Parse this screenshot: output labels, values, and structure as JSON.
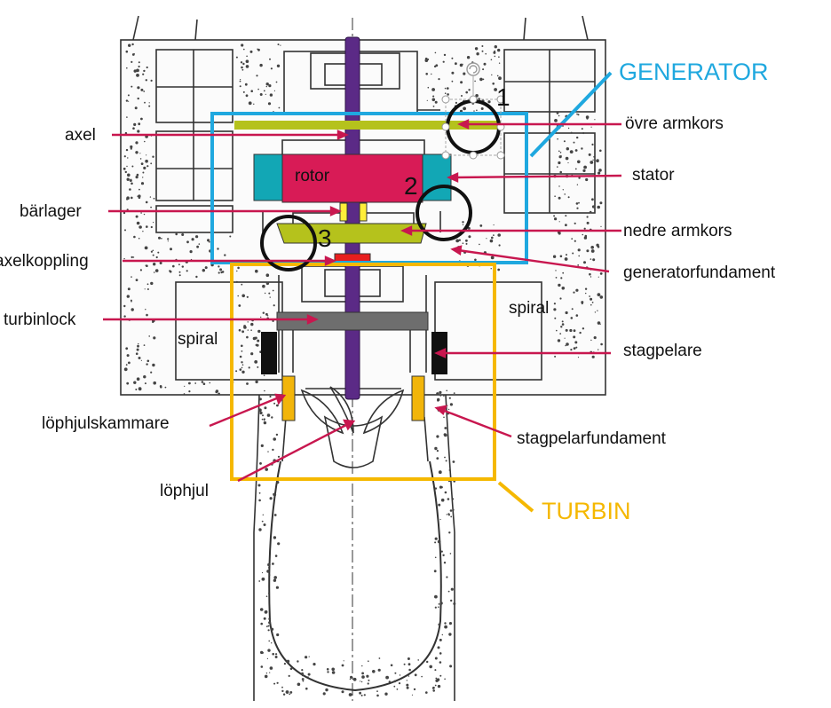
{
  "colors": {
    "generator_frame": "#1fa8df",
    "turbine_frame": "#f5b800",
    "leader": "#c8174f",
    "shaft": "#5b2a86",
    "armkors": "#b5c21c",
    "rotor": "#d81b56",
    "stator": "#12a7b5",
    "bearing": "#ffee3a",
    "coupling": "#e81e1e",
    "turbine_cover": "#6e6e6e",
    "stay_vane": "#111111",
    "runner_chamber": "#f2b50a",
    "drawing_line": "#333333"
  },
  "sections": {
    "generator": "GENERATOR",
    "turbine": "TURBIN"
  },
  "labels": {
    "axel": "axel",
    "barlager": "bärlager",
    "axelkoppling": "axelkoppling",
    "turbinlock": "turbinlock",
    "lophjulskammare": "löphjulskammare",
    "lophjul": "löphjul",
    "ovre_armkors": "övre armkors",
    "stator": "stator",
    "nedre_armkors": "nedre armkors",
    "generatorfundament": "generatorfundament",
    "stagpelare": "stagpelare",
    "stagpelarfundament": "stagpelarfundament",
    "rotor": "rotor",
    "spiral_left": "spiral",
    "spiral_right": "spiral"
  },
  "markers": {
    "m1": "1",
    "m2": "2",
    "m3": "3"
  },
  "icons": {
    "rotate_handle": "rotate-handle-icon"
  }
}
